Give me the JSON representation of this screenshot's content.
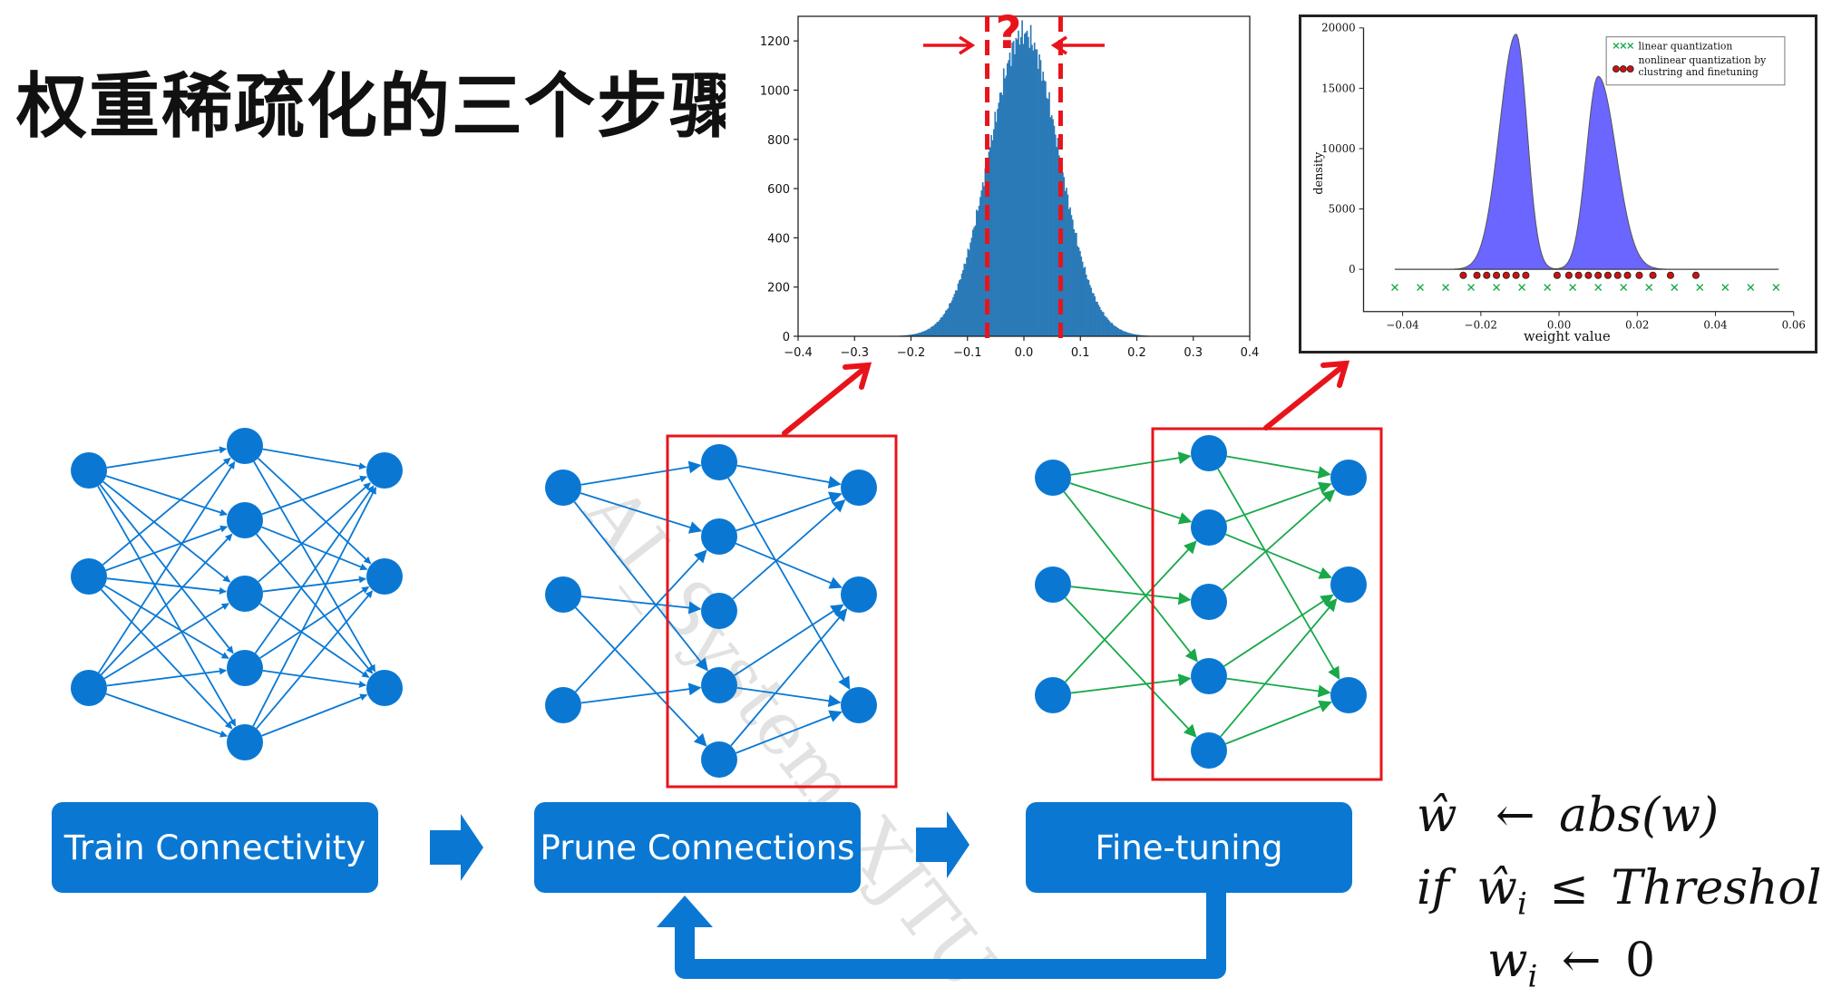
{
  "title": "权重稀疏化的三个步骤",
  "steps": {
    "train_label": "Train Connectivity",
    "prune_label": "Prune Connections",
    "finetune_label": "Fine-tuning"
  },
  "formula": {
    "line1_lhs": "ŵ",
    "line1_arrow": "←",
    "line1_rhs": "abs(w)",
    "line2_if": "if",
    "line2_var": "ŵ",
    "line2_sub": "i",
    "line2_rel": "≤",
    "line2_rhs": "Threshold",
    "line3_var": "w",
    "line3_sub": "i",
    "line3_arrow": "←",
    "line3_rhs": "0"
  },
  "watermark": "AI_System_XJTU",
  "question_mark": "?",
  "colors": {
    "blue": "#0a78d3",
    "green": "#19a84a",
    "red": "#e8141b",
    "hist_blue": "#2a7ab8",
    "kmeans_purple": "#6a66ff"
  },
  "chart_data": [
    {
      "type": "bar",
      "title": "",
      "xlabel": "",
      "ylabel": "",
      "xlim": [
        -0.4,
        0.4
      ],
      "ylim": [
        0,
        1300
      ],
      "x_ticks": [
        "−0.4",
        "−0.3",
        "−0.2",
        "−0.1",
        "0.0",
        "0.1",
        "0.2",
        "0.3",
        "0.4"
      ],
      "y_ticks": [
        "0",
        "200",
        "400",
        "600",
        "800",
        "1000",
        "1200"
      ],
      "distribution": {
        "shape": "normal",
        "mean": 0.0,
        "peak": 1230
      },
      "thresholds": [
        -0.065,
        0.065
      ],
      "grid": false
    },
    {
      "type": "area",
      "title": "",
      "xlabel": "weight value",
      "ylabel": "density",
      "xlim": [
        -0.05,
        0.06
      ],
      "ylim": [
        -3500,
        20000
      ],
      "x_ticks": [
        "−0.04",
        "−0.02",
        "0.00",
        "0.02",
        "0.04",
        "0.06"
      ],
      "y_ticks": [
        "0",
        "5000",
        "10000",
        "15000",
        "20000"
      ],
      "series": [
        {
          "name": "",
          "peaks": [
            {
              "center": -0.011,
              "height": 19500
            },
            {
              "center": 0.01,
              "height": 16000
            }
          ]
        },
        {
          "name": "linear quantization",
          "y": -1500,
          "x": [
            -0.042,
            -0.0355,
            -0.029,
            -0.0225,
            -0.016,
            -0.0095,
            -0.003,
            0.0035,
            0.01,
            0.0165,
            0.023,
            0.0295,
            0.036,
            0.0425,
            0.049,
            0.0555
          ]
        },
        {
          "name": "nonlinear quantization by clustring and finetuning",
          "y": -500,
          "x": [
            -0.0245,
            -0.021,
            -0.0185,
            -0.016,
            -0.0135,
            -0.011,
            -0.0085,
            -0.0005,
            0.0025,
            0.005,
            0.0075,
            0.01,
            0.0125,
            0.015,
            0.0175,
            0.0205,
            0.024,
            0.0285,
            0.035
          ]
        }
      ],
      "legend": [
        "linear quantization",
        "nonlinear quantization by clustring and finetuning"
      ],
      "legend_position": "top-right"
    }
  ]
}
